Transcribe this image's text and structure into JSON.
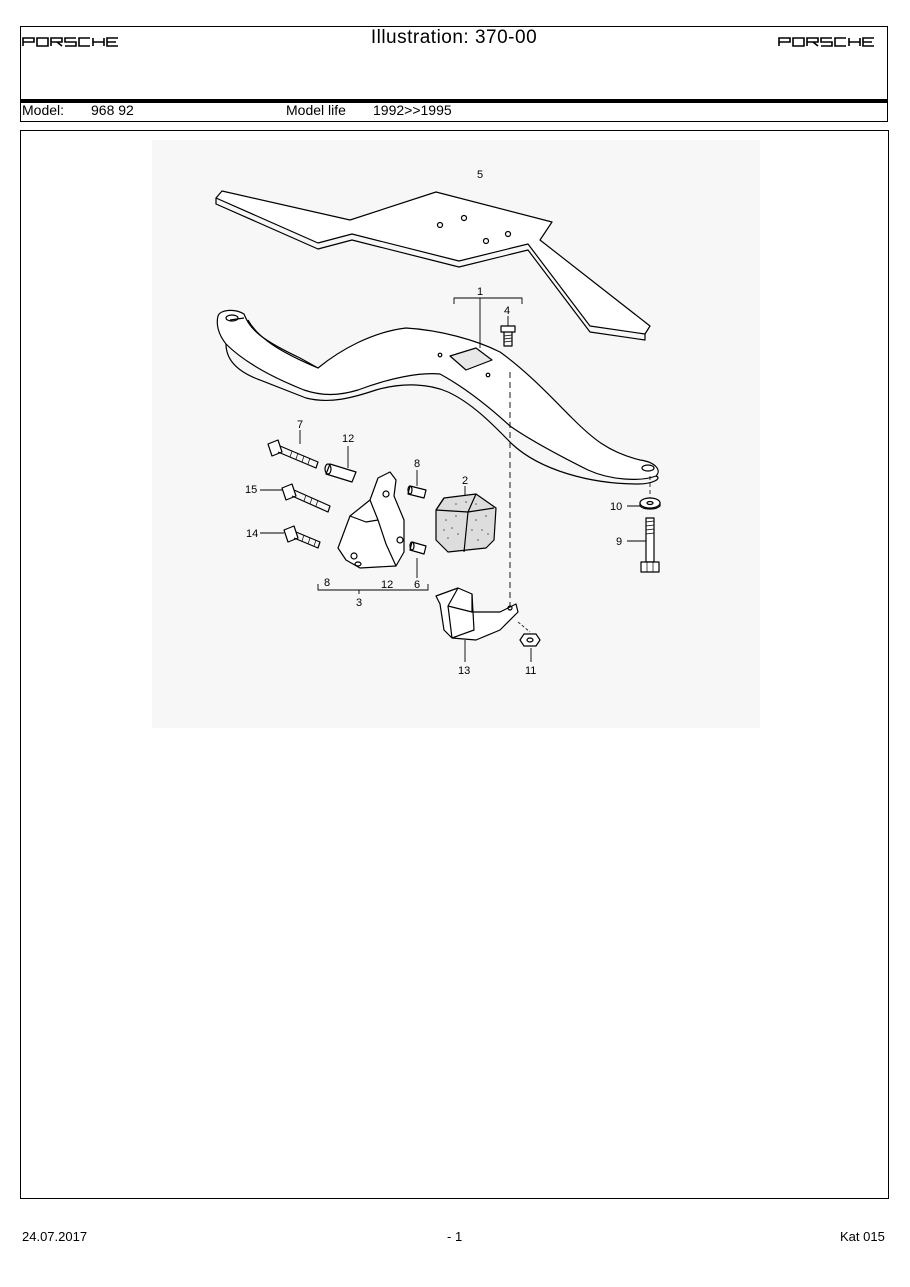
{
  "header": {
    "brand_left": "PORSCHE",
    "brand_right": "PORSCHE",
    "title": "Illustration: 370-00"
  },
  "model_info": {
    "model_label": "Model:",
    "model_value": "968 92",
    "life_label": "Model life",
    "life_value": "1992>>1995"
  },
  "illustration": {
    "callouts": [
      "1",
      "2",
      "3",
      "4",
      "5",
      "6",
      "7",
      "8",
      "8",
      "9",
      "10",
      "11",
      "12",
      "12",
      "13",
      "14",
      "15"
    ]
  },
  "footer": {
    "date": "24.07.2017",
    "page": "- 1",
    "catalog": "Kat 015"
  }
}
